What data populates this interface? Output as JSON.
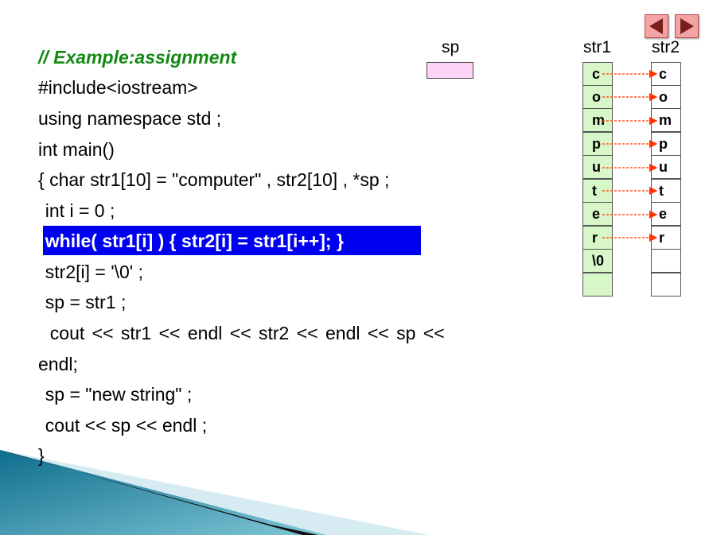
{
  "code": {
    "comment": "// Example:assignment",
    "lines": [
      "#include<iostream>",
      "using namespace std ;",
      "int main()",
      "{ char str1[10] = \"computer\" , str2[10] , *sp ;",
      "  int i = 0 ;",
      "  while( str1[i] ) { str2[i] = str1[i++]; }",
      "  str2[i] = '\\0' ;",
      "  sp = str1 ;",
      "  cout << str1 << endl << str2 << endl << sp <<",
      "endl;",
      "  sp = \"new string\" ;",
      "  cout << sp << endl ;",
      "}"
    ]
  },
  "diagram": {
    "sp_label": "sp",
    "str1_label": "str1",
    "str2_label": "str2",
    "str1_cells": [
      "c",
      "o",
      "m",
      "p",
      "u",
      "t",
      "e",
      "r",
      "\\0",
      ""
    ],
    "str2_cells": [
      "c",
      "o",
      "m",
      "p",
      "u",
      "t",
      "e",
      "r",
      "",
      ""
    ]
  },
  "colors": {
    "highlight": "#0000f0",
    "comment": "#128a12",
    "sp_box": "#ffd3f7",
    "str1_fill": "#d7f7c9",
    "arrow": "#ff3300"
  },
  "nav": {
    "prev_icon": "triangle-left-icon",
    "next_icon": "triangle-right-icon"
  }
}
